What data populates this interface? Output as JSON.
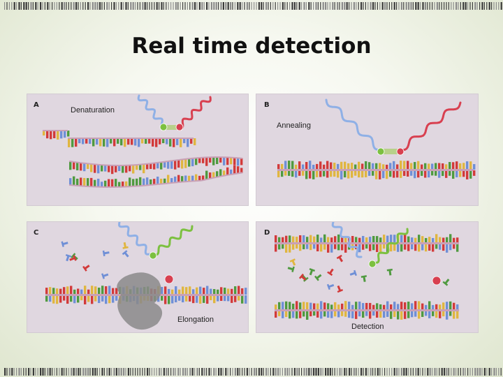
{
  "title": "Real time detection",
  "panels": [
    {
      "letter": "A",
      "label": "Denaturation"
    },
    {
      "letter": "B",
      "label": "Annealing"
    },
    {
      "letter": "C",
      "label": "Elongation"
    },
    {
      "letter": "D",
      "label": "Detection"
    }
  ],
  "colors": {
    "base_palette": [
      "#d23a3a",
      "#e0b640",
      "#4f9a3f",
      "#6f8fd6"
    ],
    "probe_blue": "#8fb0e6",
    "probe_red": "#d84050",
    "probe_green": "#7cc040",
    "polymerase": "#8a8a8a"
  }
}
